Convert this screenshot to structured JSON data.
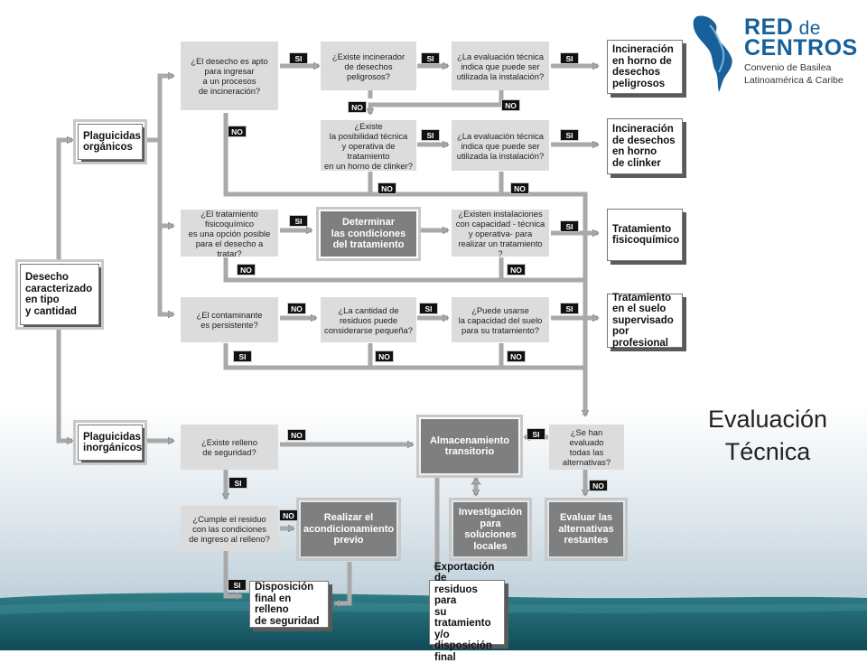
{
  "logo": {
    "line1": "RED",
    "line1_small": " de",
    "line2": "CENTROS",
    "line3": "Convenio de Basilea",
    "line4": "Latinoamérica & Caribe",
    "brand_color": "#17609a"
  },
  "title": "Evaluación\nTécnica",
  "start": "Desecho\ncaracterizado\nen tipo\ny cantidad",
  "organic": "Plaguicidas\norgánicos",
  "inorganic": "Plaguicidas\ninorgánicos",
  "questions": {
    "q1": "¿El desecho es apto\npara ingresar\na un procesos\nde incineración?",
    "q2": "¿Existe incinerador\nde desechos peligrosos?",
    "q3": "¿La evaluación técnica\nindica que puede ser\nutilizada la instalación?",
    "q4": "¿Existe\nla posibilidad técnica\ny operativa de tratamiento\nen un horno de clinker?",
    "q5": "¿La evaluación técnica\nindica que puede ser\nutilizada la instalación?",
    "q6": "¿El tratamiento\nfisicoquímico\nes una opción posible\npara el desecho a tratar?",
    "q7": "¿Existen instalaciones\ncon capacidad - técnica\ny operativa- para\nrealizar un tratamiento ?",
    "q8": "¿El contaminante\nes persistente?",
    "q9": "¿La cantidad de\nresiduos puede\nconsiderarse pequeña?",
    "q10": "¿Puede usarse\nla capacidad del suelo\npara su tratamiento?",
    "q11": "¿Existe relleno\nde seguridad?",
    "q12": "¿Se han evaluado\ntodas las\nalternativas?",
    "q13": "¿Cumple el residuo\ncon las condiciones\nde ingreso al relleno?"
  },
  "results": {
    "r1": "Incineración\nen horno de\ndesechos\npeligrosos",
    "r2": "Incineración\nde desechos\nen horno\nde clinker",
    "r3": "Tratamiento\nfisicoquímico",
    "r4": "Tratamiento\nen el suelo\nsupervisado\npor profesional",
    "r5": "Disposición\nfinal en relleno\nde seguridad",
    "r6": "Exportación de\nresiduos para\nsu tratamiento\ny/o disposición\nfinal"
  },
  "actions": {
    "a1": "Determinar\nlas condiciones\ndel tratamiento",
    "a2": "Almacenamiento\ntransitorio",
    "a3": "Investigación\npara soluciones\nlocales",
    "a4": "Evaluar las\nalternativas\nrestantes",
    "a5": "Realizar el\nacondicionamiento\nprevio"
  },
  "tags": {
    "si": "SI",
    "no": "NO"
  }
}
